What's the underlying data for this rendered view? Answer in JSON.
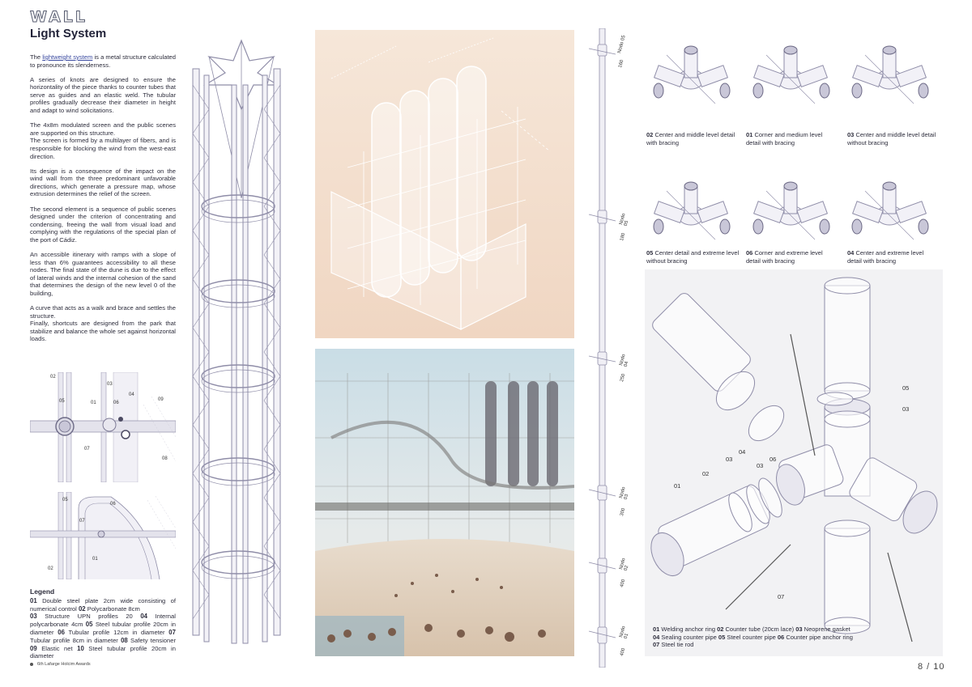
{
  "header": {
    "section": "WALL",
    "title": "Light System"
  },
  "body": {
    "p1_link": "lightweight system",
    "p1_rest": " is a metal structure calculated to pronounce its slenderness.",
    "p1_lead": "The ",
    "p2": "A series of knots are designed to ensure the horizontality of the piece thanks to counter tubes that serve as guides and an elastic weld. The tubular profiles gradually decrease their diameter in height and adapt to wind solicitations.",
    "p3a": "The 4x8m modulated screen and the public scenes are supported on this structure.",
    "p3b": "The screen is formed by a multilayer of fibers, and is responsible for blocking the wind from the west-east direction.",
    "p4": "Its design is a consequence of the impact on the wind wall from the three predominant unfavorable directions, which generate a pressure map, whose extrusion determines the relief of the screen.",
    "p5": "The second element is a sequence of public scenes designed under the criterion of concentrating and condensing, freeing the wall from visual load and complying with the regulations of the special plan of the port of Cádiz.",
    "p6": "An accessible itinerary with ramps with a slope of less than 6% guarantees accessibility to all these nodes. The final state of the dune is due to the effect of lateral winds and the internal cohesion of the sand that determines the design of the new level 0 of the building,",
    "p7a": "A curve that acts as a walk and brace and settles the structure.",
    "p7b": "Finally, shortcuts are designed from the park that stabilize and balance the whole set against horizontal loads."
  },
  "legend": {
    "title": "Legend",
    "items": [
      {
        "n": "01",
        "t": "Double steel plate 2cm wide consisting of numerical control"
      },
      {
        "n": "02",
        "t": "Polycarbonate 8cm"
      },
      {
        "n": "03",
        "t": "Structure UPN profiles 20"
      },
      {
        "n": "04",
        "t": "Internal polycarbonate 4cm"
      },
      {
        "n": "05",
        "t": "Steel tubular profile 20cm in diameter"
      },
      {
        "n": "06",
        "t": "Tubular profile 12cm in diameter"
      },
      {
        "n": "07",
        "t": "Tubular profile 8cm in diameter"
      },
      {
        "n": "08",
        "t": "Safety tensioner"
      },
      {
        "n": "09",
        "t": "Elastic net"
      },
      {
        "n": "10",
        "t": "Steel tubular profile 20cm in diameter"
      }
    ]
  },
  "detail_labels": {
    "top": [
      "02",
      "03",
      "04",
      "05",
      "01",
      "06",
      "09",
      "07",
      "08"
    ],
    "bottom": [
      "05",
      "06",
      "07",
      "01",
      "02"
    ]
  },
  "nodes": [
    {
      "label": "Nodo 05",
      "height": "160"
    },
    {
      "label": "Nodo 05",
      "height": "180"
    },
    {
      "label": "Nodo 04",
      "height": "250"
    },
    {
      "label": "Nodo 03",
      "height": "300"
    },
    {
      "label": "Nodo 02",
      "height": "400"
    },
    {
      "label": "Nodo 01",
      "height": "400"
    }
  ],
  "details": [
    {
      "n": "02",
      "t": "Center and middle level detail with bracing"
    },
    {
      "n": "01",
      "t": "Corner and medium level detail with bracing"
    },
    {
      "n": "03",
      "t": "Center and middle level detail without bracing"
    },
    {
      "n": "05",
      "t": "Center detail and extreme level without bracing"
    },
    {
      "n": "06",
      "t": "Corner and extreme level detail with bracing"
    },
    {
      "n": "04",
      "t": "Center and extreme level detail with bracing"
    }
  ],
  "exploded": {
    "labels": [
      "05",
      "03",
      "04",
      "03",
      "03",
      "06",
      "02",
      "01",
      "07"
    ],
    "caption_l1a": "01",
    "caption_l1": " Welding anchor ring ",
    "caption_l1b": "02",
    "caption_l1c": " Counter tube (20cm lace) ",
    "caption_l1d": "03",
    "caption_l1e": " Neoprene gasket",
    "caption_l2a": "04",
    "caption_l2": " Sealing counter pipe ",
    "caption_l2b": "05",
    "caption_l2c": " Steel counter pipe ",
    "caption_l2d": "06",
    "caption_l2e": " Counter pipe anchor ring",
    "caption_l3a": "07",
    "caption_l3": " Steel tie rod"
  },
  "footer": {
    "award": "6th Lafarge Holcim Awards",
    "page": "8 / 10"
  },
  "colors": {
    "structure": "#8f8da8",
    "render_bg": "#f5e2d2",
    "detail_bg": "#f2f2f4",
    "sky": "#d9e7ee",
    "sand": "#e3d3c2"
  }
}
